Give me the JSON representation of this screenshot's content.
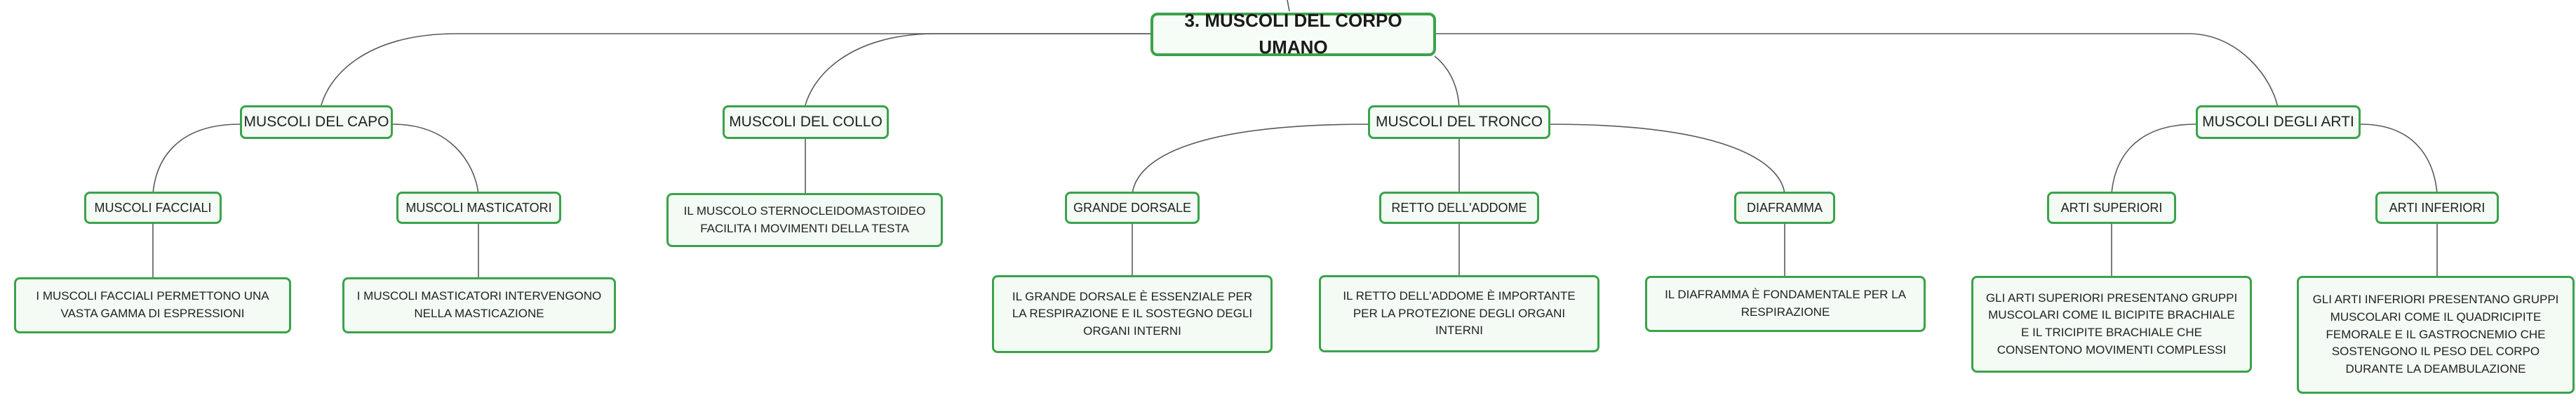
{
  "mindmap": {
    "root": "3. MUSCOLI DEL CORPO UMANO",
    "branches": {
      "capo": {
        "label": "MUSCOLI DEL CAPO",
        "facciali": "MUSCOLI FACCIALI",
        "facciali_desc": "I MUSCOLI FACCIALI PERMETTONO UNA VASTA GAMMA DI ESPRESSIONI",
        "masticatori": "MUSCOLI MASTICATORI",
        "masticatori_desc": "I MUSCOLI MASTICATORI INTERVENGONO NELLA MASTICAZIONE"
      },
      "collo": {
        "label": "MUSCOLI DEL COLLO",
        "desc": "IL MUSCOLO STERNOCLEIDOMASTOIDEO FACILITA I MOVIMENTI DELLA TESTA"
      },
      "tronco": {
        "label": "MUSCOLI DEL TRONCO",
        "dorsale": "GRANDE DORSALE",
        "dorsale_desc": "IL GRANDE DORSALE È ESSENZIALE PER LA RESPIRAZIONE E IL SOSTEGNO DEGLI ORGANI INTERNI",
        "addome": "RETTO DELL'ADDOME",
        "addome_desc": "IL RETTO DELL'ADDOME È IMPORTANTE PER LA PROTEZIONE DEGLI ORGANI INTERNI",
        "diaframma": "DIAFRAMMA",
        "diaframma_desc": "IL DIAFRAMMA È FONDAMENTALE PER LA RESPIRAZIONE"
      },
      "arti": {
        "label": "MUSCOLI DEGLI ARTI",
        "superiori": "ARTI SUPERIORI",
        "superiori_desc": "GLI ARTI SUPERIORI PRESENTANO GRUPPI MUSCOLARI COME IL BICIPITE BRACHIALE E IL TRICIPITE BRACHIALE CHE CONSENTONO MOVIMENTI COMPLESSI",
        "inferiori": "ARTI INFERIORI",
        "inferiori_desc": "GLI ARTI INFERIORI PRESENTANO GRUPPI MUSCOLARI COME IL QUADRICIPITE FEMORALE E IL GASTROCNEMIO CHE SOSTENGONO IL PESO DEL CORPO DURANTE LA DEAMBULAZIONE"
      }
    },
    "colors": {
      "border": "#3aa34a",
      "fill": "#f3fbf4",
      "connector": "#5a5a5a"
    }
  }
}
